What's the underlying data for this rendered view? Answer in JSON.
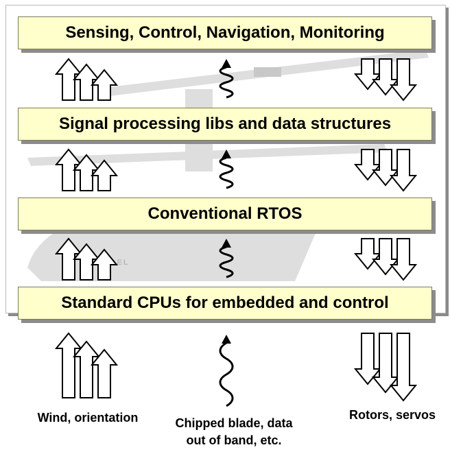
{
  "colors": {
    "layer_fill": "#ffffcc",
    "layer_border": "#7a7a5a",
    "layer_shadow": "#8c8c8c",
    "background_silhouette": "#dedede",
    "arrow_stroke": "#000000"
  },
  "background": {
    "picture": "helicopter-silhouette",
    "visible_fragment_text": "ODEL"
  },
  "layers": [
    {
      "label": "Sensing, Control, Navigation, Monitoring"
    },
    {
      "label": "Signal processing libs and data structures"
    },
    {
      "label": "Conventional RTOS"
    },
    {
      "label": "Standard CPUs for embedded and control"
    }
  ],
  "bottom_labels": {
    "inputs": "Wind, orientation",
    "faults_line1": "Chipped blade, data",
    "faults_line2": "out of band, etc.",
    "outputs": "Rotors, servos"
  },
  "icons": {
    "up_arrows": "triple-up-arrow-icon",
    "down_arrows": "triple-down-arrow-icon",
    "wavy": "wavy-arrow-icon"
  }
}
